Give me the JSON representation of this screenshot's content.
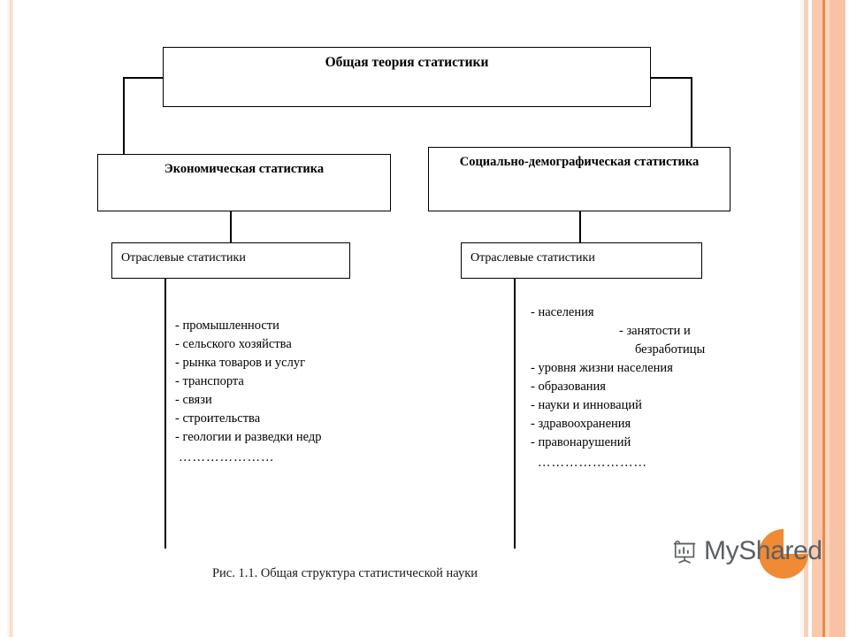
{
  "diagram": {
    "root": {
      "label": "Общая теория статистики"
    },
    "level2": {
      "left": {
        "label": "Экономическая статистика"
      },
      "right": {
        "label": "Социально-демографическая статистика"
      }
    },
    "level3": {
      "left": {
        "label": "Отраслевые статистики"
      },
      "right": {
        "label": "Отраслевые статистики"
      }
    },
    "lists": {
      "economic": {
        "items": [
          "- промышленности",
          "- сельского хозяйства",
          "- рынка товаров и услуг",
          "- транспорта",
          "- связи",
          "- строительства",
          "- геологии и разведки недр"
        ],
        "ellipsis": "…………………"
      },
      "socio_demographic": {
        "items": [
          "- населения",
          "- занятости и",
          "безработицы",
          "- уровня жизни населения",
          "- образования",
          "- науки и инноваций",
          "- здравоохранения",
          "- правонарушений"
        ],
        "ellipsis": "……………………"
      }
    }
  },
  "caption": {
    "text": "Рис. 1.1. Общая структура статистической науки"
  },
  "watermark": {
    "brand": "MyShared",
    "icon_name": "presentation-board-icon",
    "accent_color": "#F08A34",
    "text_color": "#5C5F62"
  },
  "decor": {
    "stripe_colors": [
      "#fdf3ec",
      "#f6d9c6",
      "#fbeadf",
      "#f4d3bf",
      "#f9c9ad",
      "#e58a4e",
      "#f8c3a4"
    ]
  }
}
